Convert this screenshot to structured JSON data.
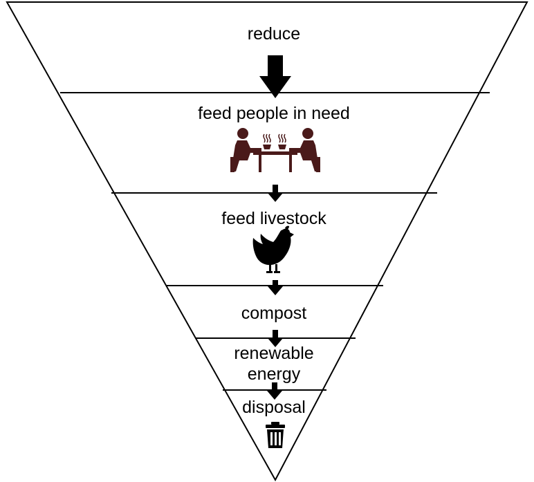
{
  "levels": [
    {
      "label": "reduce",
      "icon": "none"
    },
    {
      "label": "feed people in need",
      "icon": "people-dining-icon"
    },
    {
      "label": "feed livestock",
      "icon": "chicken-icon"
    },
    {
      "label": "compost",
      "icon": "none"
    },
    {
      "label": "renewable energy",
      "label_lines": [
        "renewable",
        "energy"
      ],
      "icon": "none"
    },
    {
      "label": "disposal",
      "icon": "trash-can-icon"
    }
  ],
  "colors": {
    "outline": "#000000",
    "arrow": "#000000",
    "people_icon": "#4a1a1a",
    "chicken_icon": "#000000",
    "trash_icon": "#000000"
  }
}
